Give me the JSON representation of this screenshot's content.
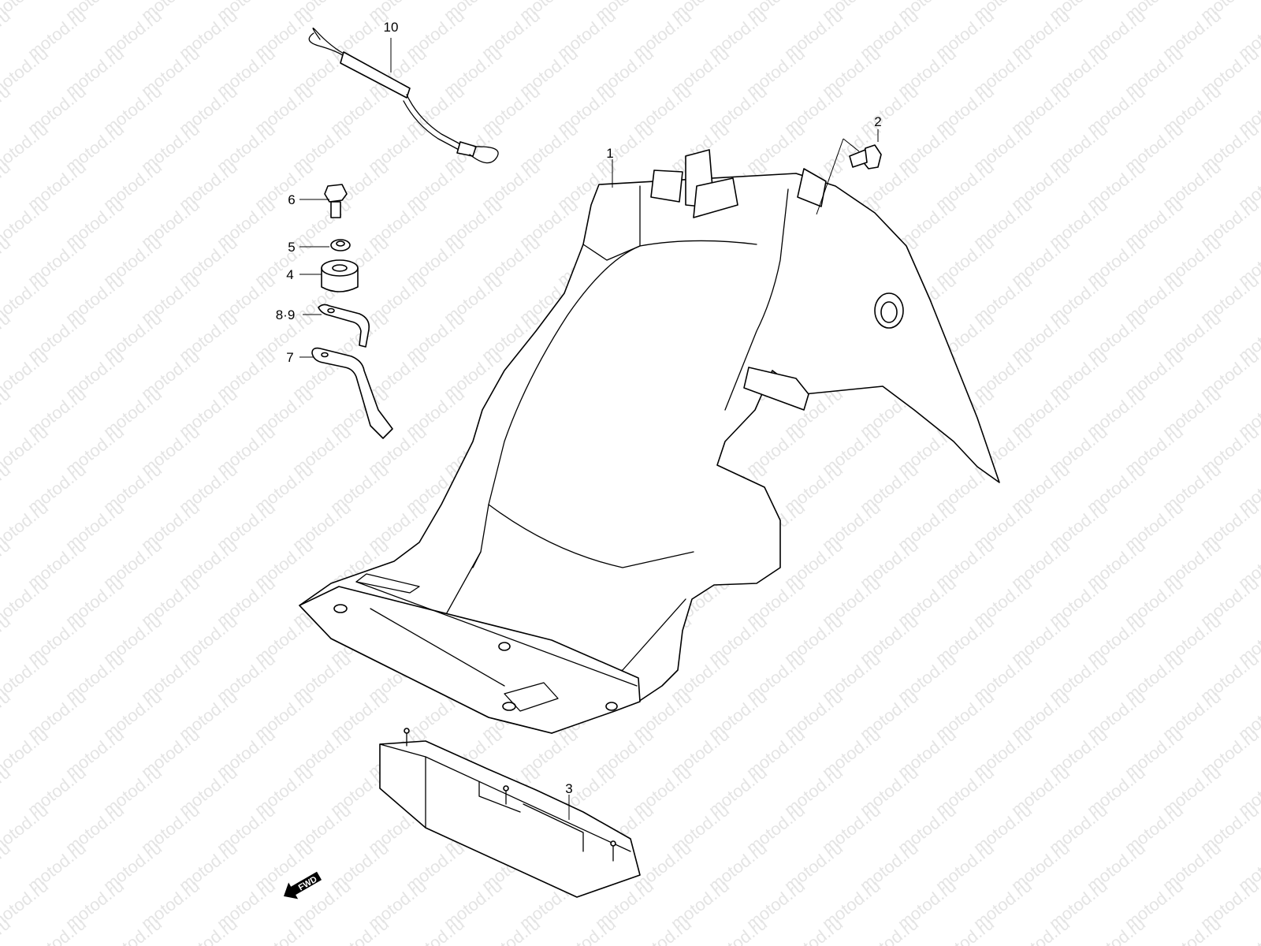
{
  "watermark": {
    "text": "motod.ru"
  },
  "callouts": {
    "p1": "1",
    "p2": "2",
    "p3": "3",
    "p4": "4",
    "p5": "5",
    "p6": "6",
    "p7": "7",
    "p89": "8·9",
    "p10": "10"
  },
  "fwd_badge": {
    "text": "FWD"
  }
}
